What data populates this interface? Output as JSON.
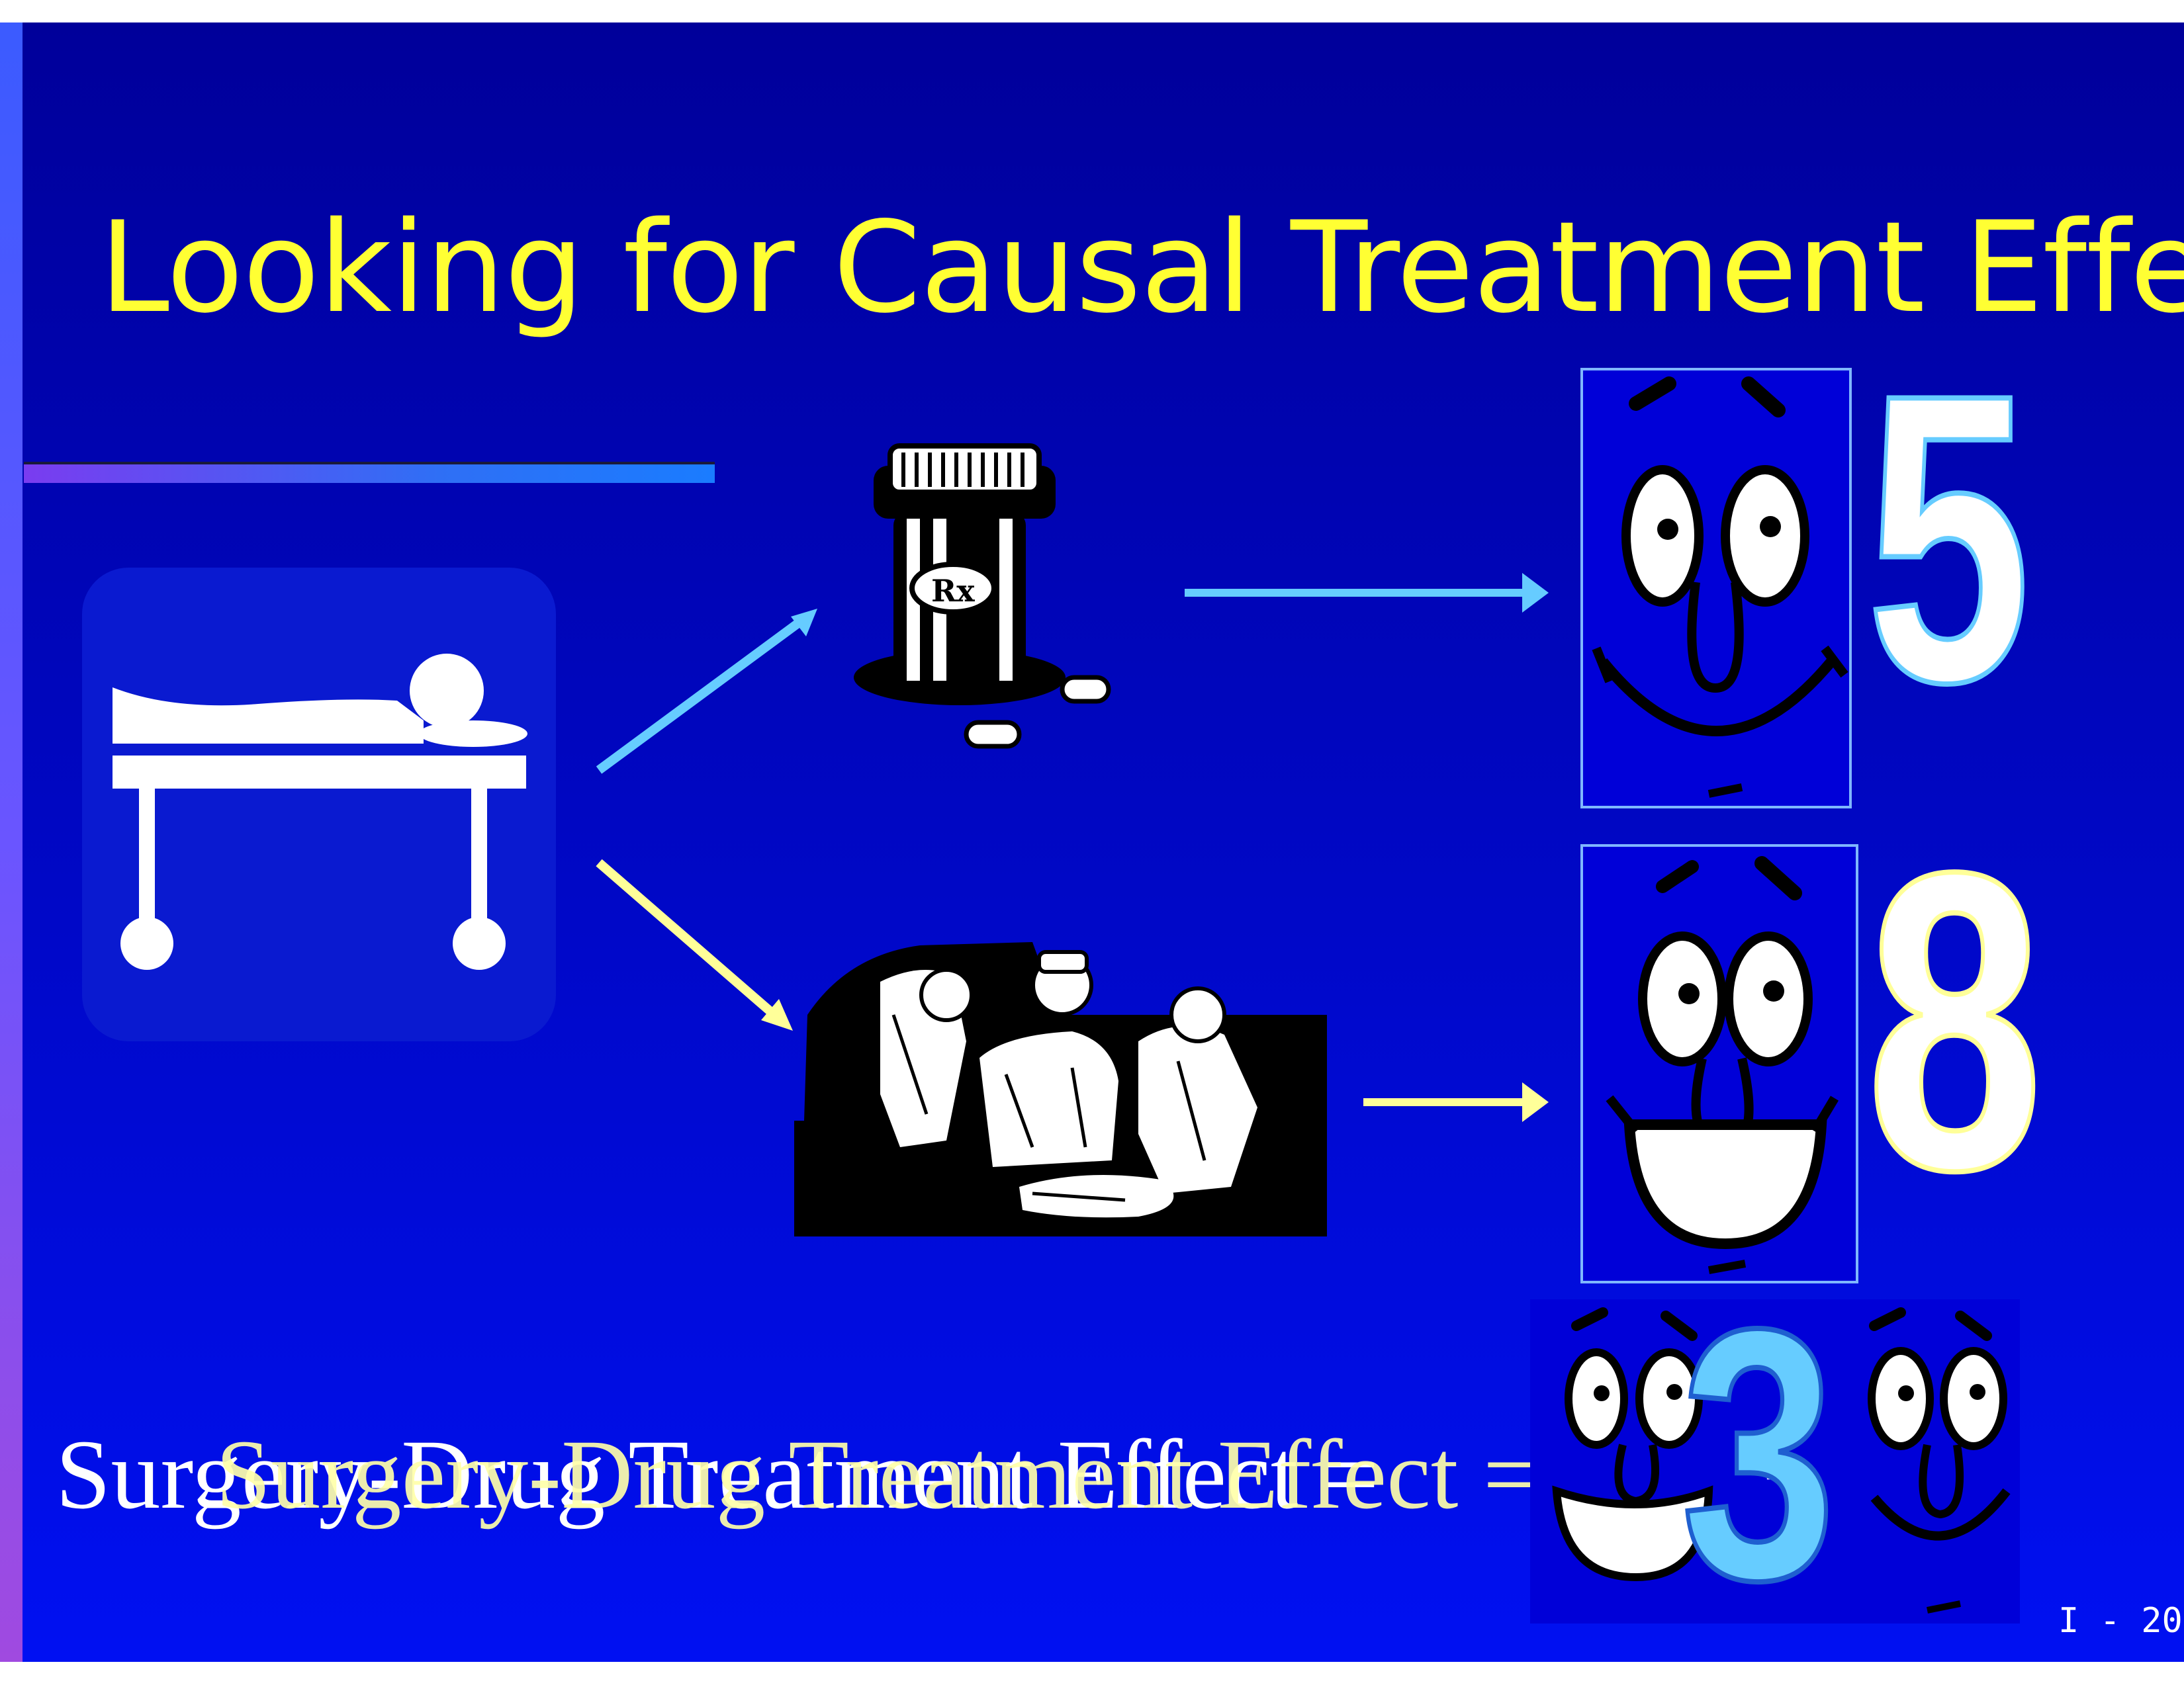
{
  "slide": {
    "title": "Looking for Causal Treatment Effects",
    "page_number": "I - 20",
    "equations": {
      "line1": "Surgery-Drug Treatment Effect = ",
      "line2": "Surgery-Drug Treatment Effect = ",
      "minus": "-"
    },
    "outcomes": {
      "drug_outcome": "5",
      "surgery_outcome": "8",
      "difference": "3"
    },
    "icons": {
      "patient": "patient-on-stretcher-icon",
      "drug": "prescription-bottle-icon",
      "surgery": "surgeons-operating-icon",
      "face": "smiling-face-icon"
    },
    "colors": {
      "background_top": "#00009a",
      "background_bottom": "#0010f2",
      "title": "#ffff33",
      "arrow_drug": "#66ccff",
      "arrow_surgery": "#ffff99",
      "difference_number": "#66ccff"
    }
  }
}
